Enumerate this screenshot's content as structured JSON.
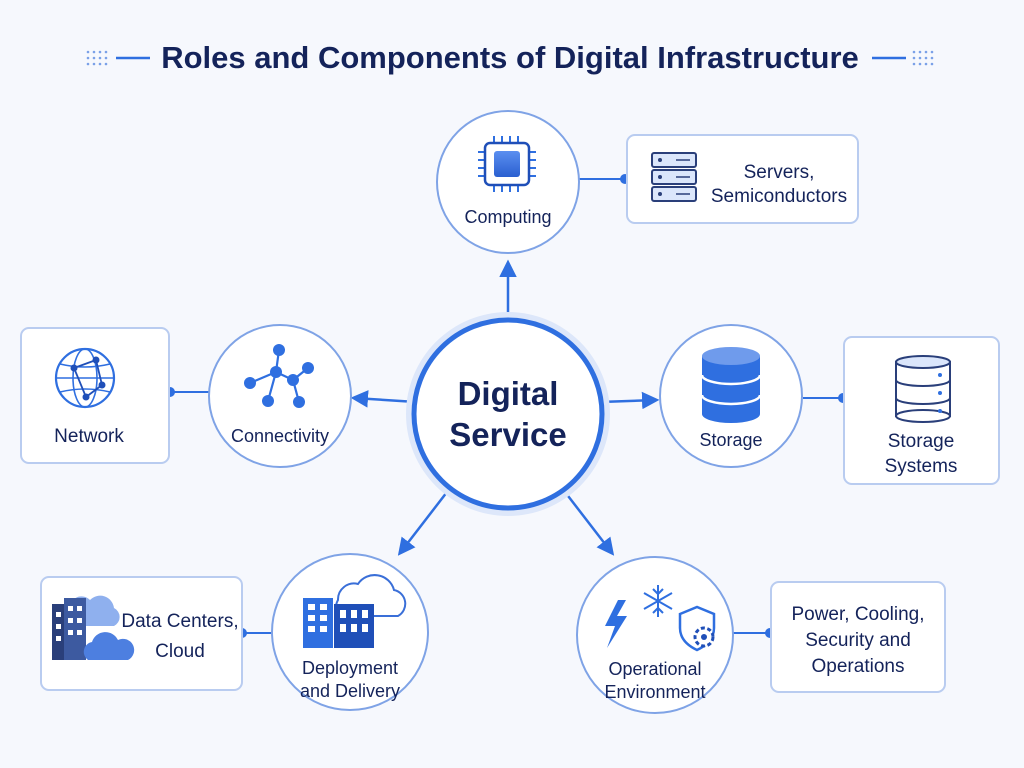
{
  "title": "Roles and Components of Digital Infrastructure",
  "center": {
    "line1": "Digital",
    "line2": "Service"
  },
  "nodes": {
    "computing": {
      "label": "Computing",
      "icon": "cpu-chip-icon"
    },
    "connectivity": {
      "label": "Connectivity",
      "icon": "network-nodes-icon"
    },
    "storage": {
      "label": "Storage",
      "icon": "database-icon"
    },
    "deployment": {
      "line1": "Deployment",
      "line2": "and Delivery",
      "icon": "building-cloud-icon"
    },
    "operational": {
      "line1": "Operational",
      "line2": "Environment",
      "icon": "power-cooling-security-icon"
    }
  },
  "boxes": {
    "servers": {
      "line1": "Servers,",
      "line2": "Semiconductors",
      "icon": "server-rack-icon"
    },
    "network": {
      "label": "Network",
      "icon": "globe-network-icon"
    },
    "storage_sys": {
      "line1": "Storage",
      "line2": "Systems",
      "icon": "storage-drum-icon"
    },
    "datacenters": {
      "line1": "Data Centers,",
      "line2": "Cloud",
      "icon": "datacenter-cloud-icon"
    },
    "power": {
      "line1": "Power, Cooling,",
      "line2": "Security and",
      "line3": "Operations"
    }
  },
  "colors": {
    "accent": "#2f6fe0",
    "accent_dark": "#1f4fb8",
    "ring_glow": "#cfdcf6",
    "text": "#14235a",
    "box_border": "#b9ccf0"
  }
}
